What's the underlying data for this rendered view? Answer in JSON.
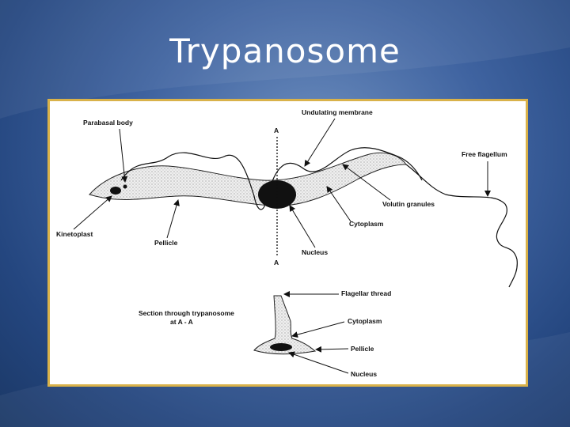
{
  "slide": {
    "title": "Trypanosome"
  },
  "diagram": {
    "labels": {
      "parabasal_body": "Parabasal body",
      "undulating_membrane": "Undulating membrane",
      "free_flagellum": "Free flagellum",
      "section_marker_top": "A",
      "section_marker_bottom": "A",
      "volutin_granules": "Volutin granules",
      "cytoplasm": "Cytoplasm",
      "kinetoplast": "Kinetoplast",
      "pellicle": "Pellicle",
      "nucleus": "Nucleus",
      "flagellar_thread": "Flagellar thread",
      "section_title_line1": "Section through trypanosome",
      "section_title_line2": "at A - A",
      "section_cytoplasm": "Cytoplasm",
      "section_pellicle": "Pellicle",
      "section_nucleus": "Nucleus"
    }
  }
}
